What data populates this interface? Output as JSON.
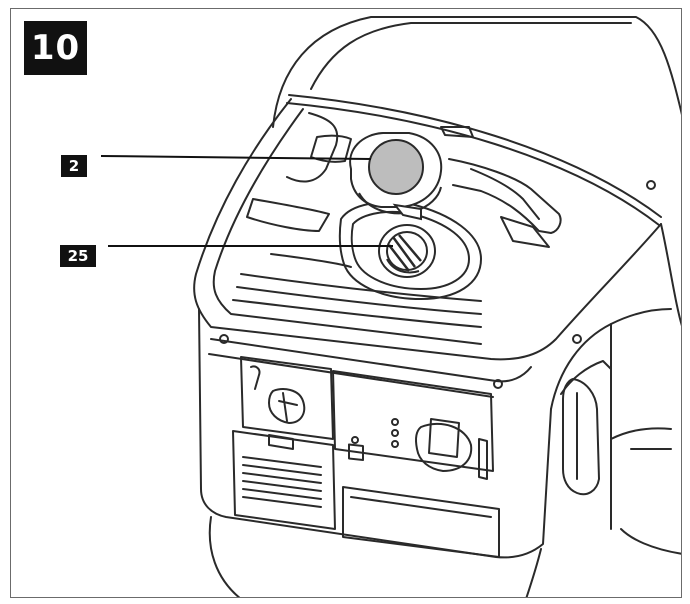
{
  "figure": {
    "number": "10"
  },
  "callouts": [
    {
      "id": "2",
      "label": "2",
      "target": "fuel-tank-cap"
    },
    {
      "id": "25",
      "label": "25",
      "target": "fuel-filler-neck"
    }
  ],
  "colors": {
    "ink": "#111111",
    "line": "#2a2a2a",
    "cap_fill": "#bdbdbd",
    "border": "#6b6b6b",
    "paper": "#ffffff"
  }
}
